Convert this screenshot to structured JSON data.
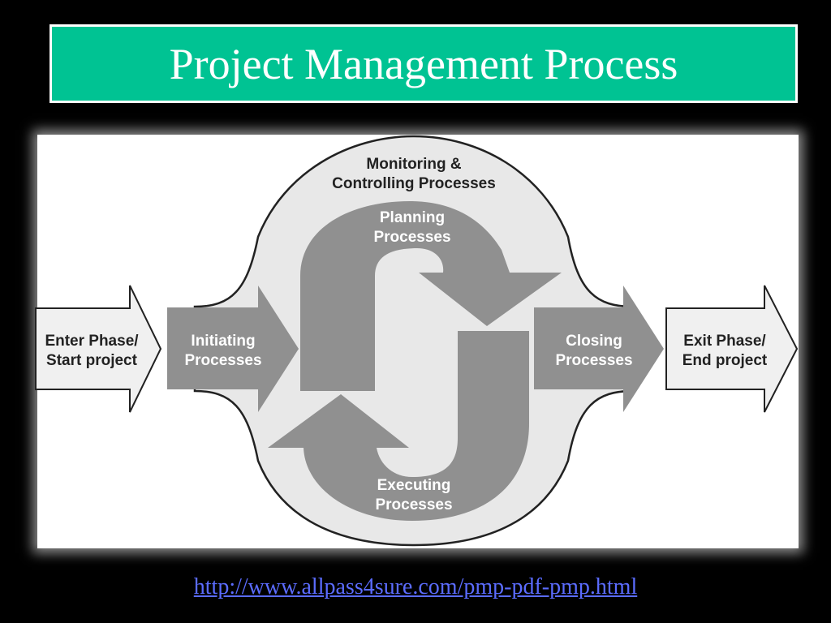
{
  "slide": {
    "title": "Project Management Process",
    "url": "http://www.allpass4sure.com/pmp-pdf-pmp.html"
  },
  "diagram": {
    "monitoring": {
      "line1": "Monitoring &",
      "line2": "Controlling Processes"
    },
    "planning": {
      "line1": "Planning",
      "line2": "Processes"
    },
    "executing": {
      "line1": "Executing",
      "line2": "Processes"
    },
    "initiating": {
      "line1": "Initiating",
      "line2": "Processes"
    },
    "closing": {
      "line1": "Closing",
      "line2": "Processes"
    },
    "enter": {
      "line1": "Enter Phase/",
      "line2": "Start project"
    },
    "exit": {
      "line1": "Exit Phase/",
      "line2": "End project"
    }
  },
  "colors": {
    "title_background": "#00c393",
    "process_gray": "#909090",
    "oval_fill": "#e8e8e8",
    "phase_fill": "#f0f0f0",
    "link": "#5b6cff"
  }
}
